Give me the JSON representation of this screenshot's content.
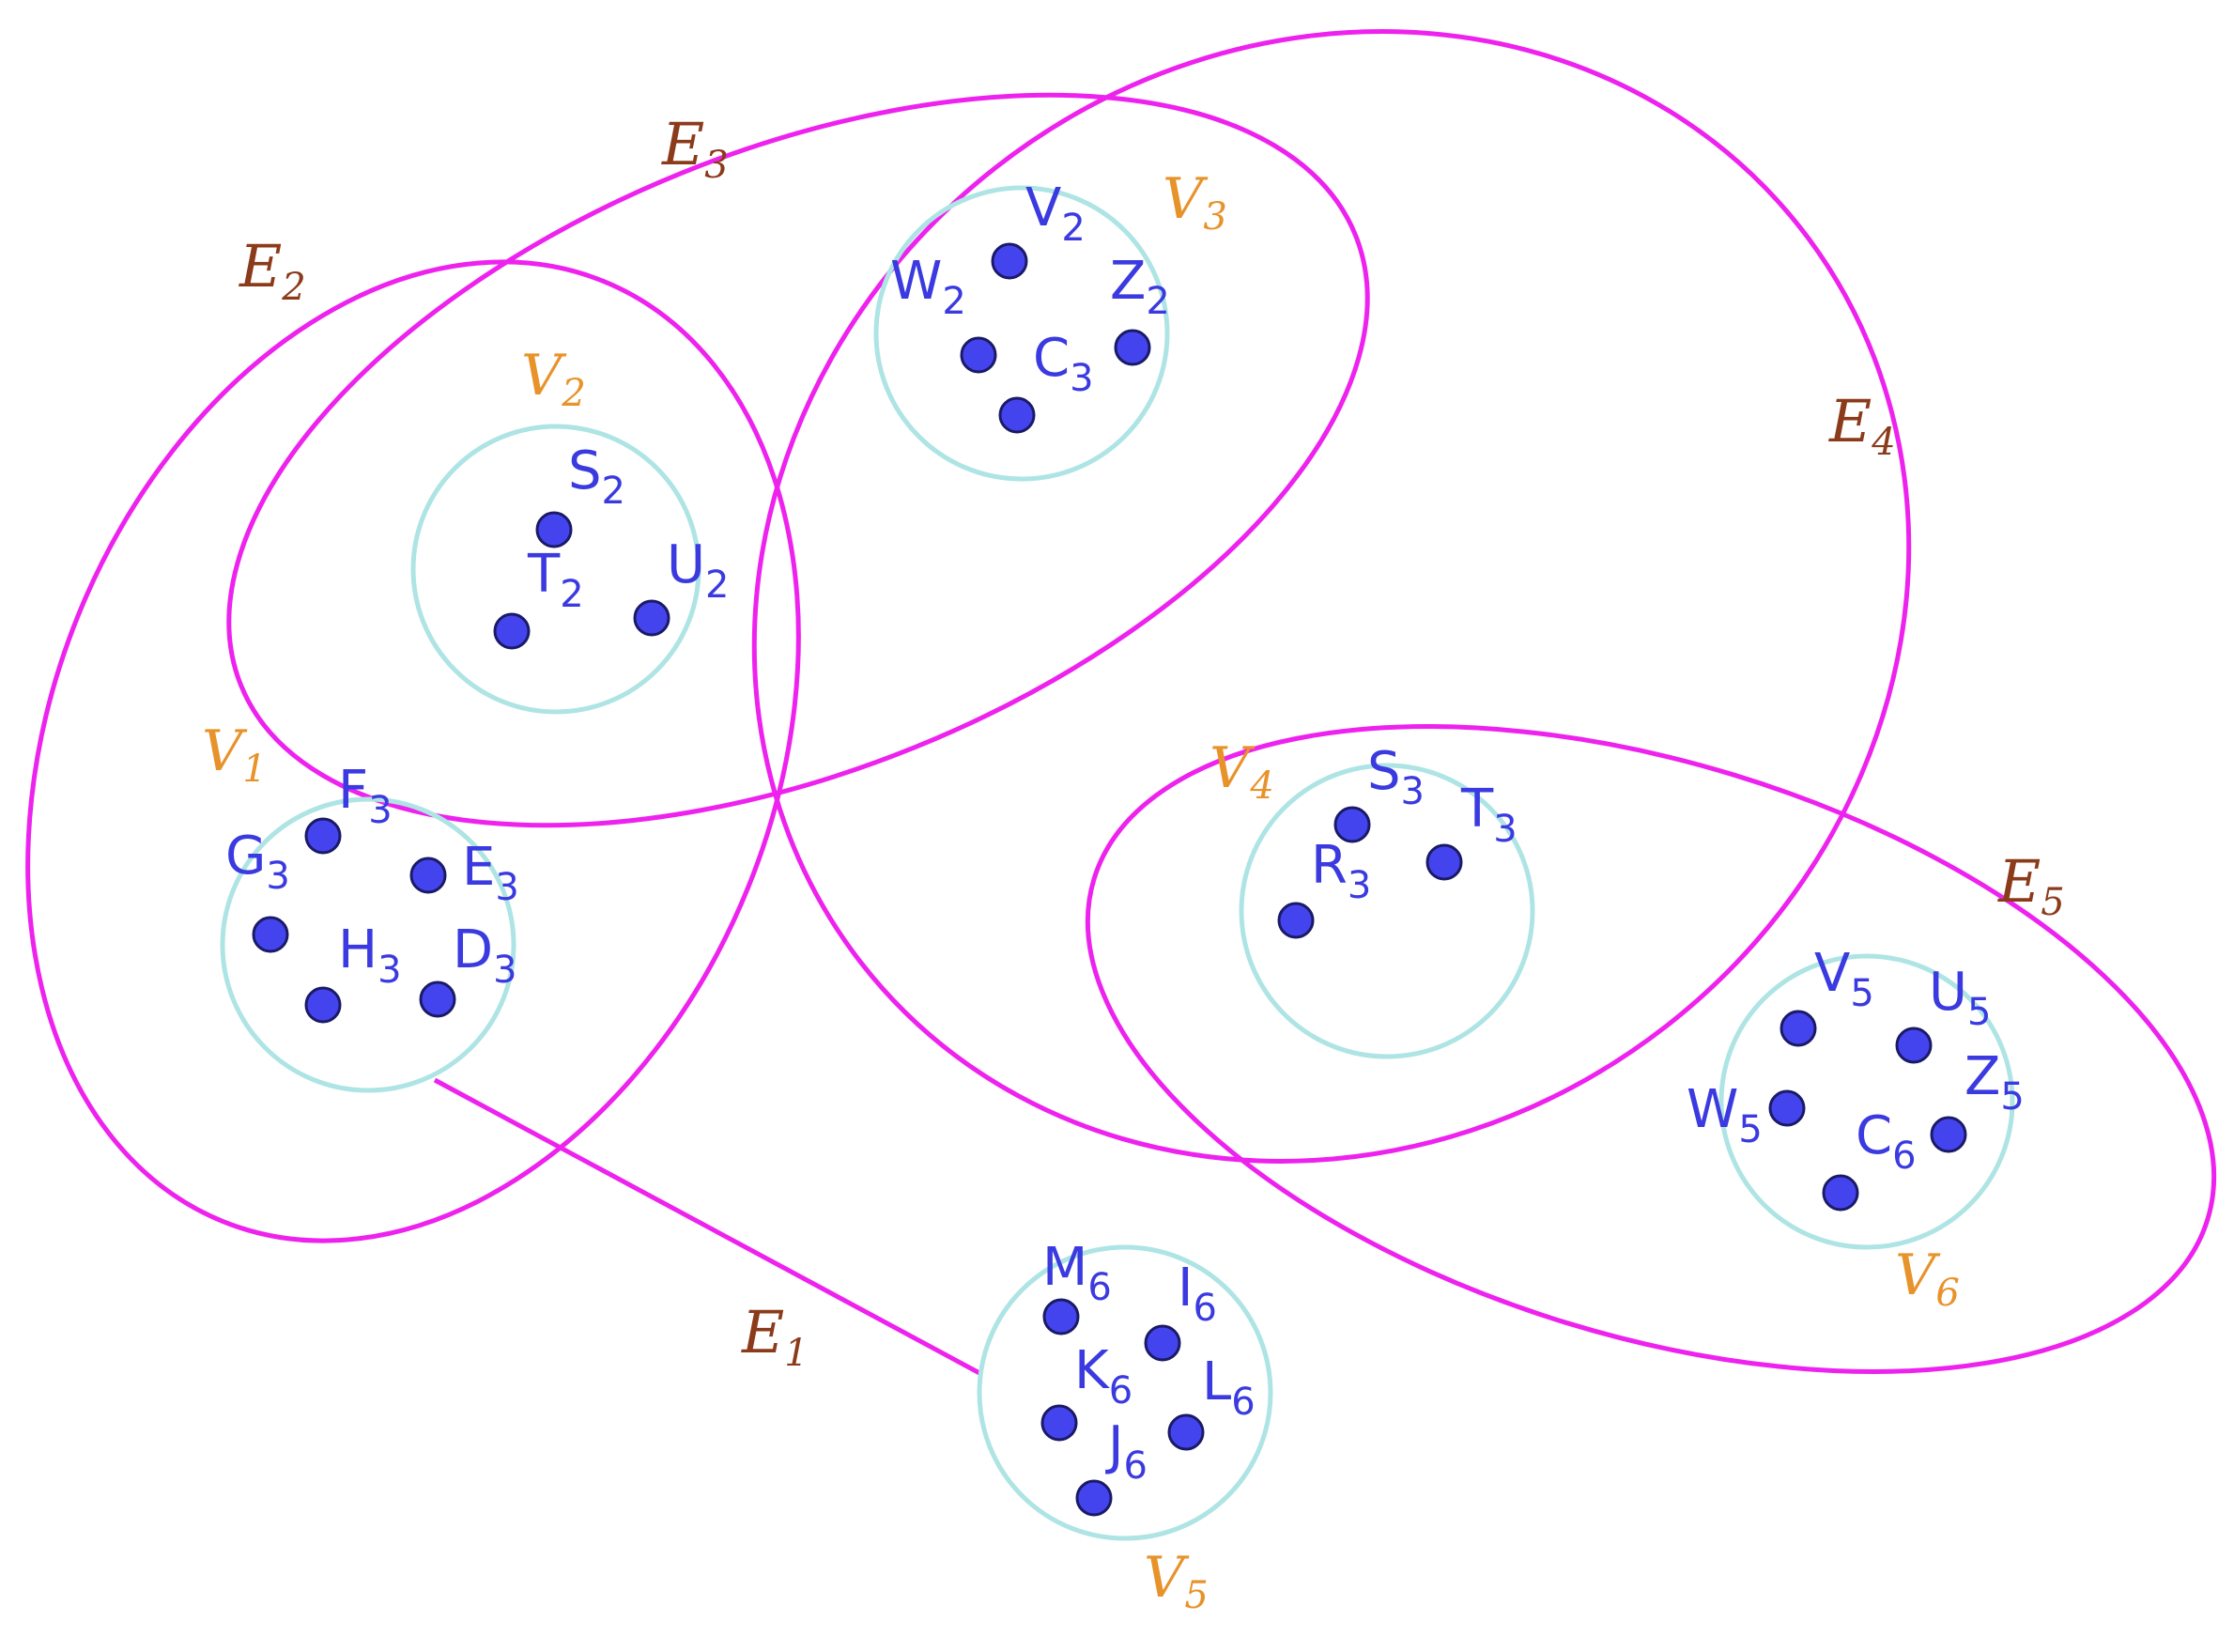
{
  "colors": {
    "hyperedge": "#ee22ee",
    "vertex_set": "#aee4e4",
    "node_fill": "#4444ee",
    "node_stroke": "#1a1a66",
    "node_label": "#3a3ae0",
    "set_label": "#e8922a",
    "edge_label": "#8b3a1a"
  },
  "vertex_sets": [
    {
      "id": "V1",
      "label": "V",
      "sub": "1"
    },
    {
      "id": "V2",
      "label": "V",
      "sub": "2"
    },
    {
      "id": "V3",
      "label": "V",
      "sub": "3"
    },
    {
      "id": "V4",
      "label": "V",
      "sub": "4"
    },
    {
      "id": "V5",
      "label": "V",
      "sub": "5"
    },
    {
      "id": "V6",
      "label": "V",
      "sub": "6"
    }
  ],
  "nodes": [
    {
      "set": "V1",
      "label": "F",
      "sub": "3"
    },
    {
      "set": "V1",
      "label": "G",
      "sub": "3"
    },
    {
      "set": "V1",
      "label": "E",
      "sub": "3"
    },
    {
      "set": "V1",
      "label": "H",
      "sub": "3"
    },
    {
      "set": "V1",
      "label": "D",
      "sub": "3"
    },
    {
      "set": "V2",
      "label": "S",
      "sub": "2"
    },
    {
      "set": "V2",
      "label": "T",
      "sub": "2"
    },
    {
      "set": "V2",
      "label": "U",
      "sub": "2"
    },
    {
      "set": "V3",
      "label": "V",
      "sub": "2"
    },
    {
      "set": "V3",
      "label": "W",
      "sub": "2"
    },
    {
      "set": "V3",
      "label": "Z",
      "sub": "2"
    },
    {
      "set": "V3",
      "label": "C",
      "sub": "3"
    },
    {
      "set": "V4",
      "label": "S",
      "sub": "3"
    },
    {
      "set": "V4",
      "label": "T",
      "sub": "3"
    },
    {
      "set": "V4",
      "label": "R",
      "sub": "3"
    },
    {
      "set": "V6",
      "label": "V",
      "sub": "5"
    },
    {
      "set": "V6",
      "label": "U",
      "sub": "5"
    },
    {
      "set": "V6",
      "label": "W",
      "sub": "5"
    },
    {
      "set": "V6",
      "label": "Z",
      "sub": "5"
    },
    {
      "set": "V6",
      "label": "C",
      "sub": "6"
    },
    {
      "set": "V5",
      "label": "M",
      "sub": "6"
    },
    {
      "set": "V5",
      "label": "I",
      "sub": "6"
    },
    {
      "set": "V5",
      "label": "K",
      "sub": "6"
    },
    {
      "set": "V5",
      "label": "L",
      "sub": "6"
    },
    {
      "set": "V5",
      "label": "J",
      "sub": "6"
    }
  ],
  "hyperedges": [
    {
      "id": "E1",
      "label": "E",
      "sub": "1",
      "connects": [
        "V1",
        "V5"
      ]
    },
    {
      "id": "E2",
      "label": "E",
      "sub": "2",
      "connects": [
        "V1",
        "V2"
      ]
    },
    {
      "id": "E3",
      "label": "E",
      "sub": "3",
      "connects": [
        "V2",
        "V3"
      ]
    },
    {
      "id": "E4",
      "label": "E",
      "sub": "4",
      "connects": [
        "V3",
        "V4"
      ]
    },
    {
      "id": "E5",
      "label": "E",
      "sub": "5",
      "connects": [
        "V4",
        "V6"
      ]
    }
  ]
}
